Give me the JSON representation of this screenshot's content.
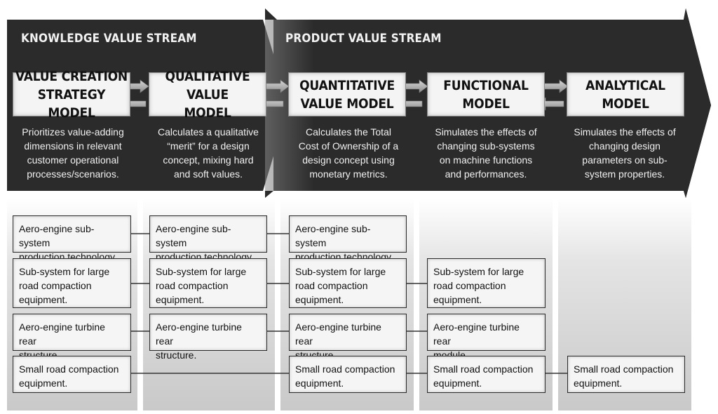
{
  "streams": {
    "knowledge_title": "KNOWLEDGE VALUE STREAM",
    "product_title": "PRODUCT VALUE STREAM"
  },
  "models": [
    {
      "title": "VALUE CREATION\nSTRATEGY MODEL",
      "description": "Prioritizes value-adding\ndimensions in relevant\ncustomer operational\nprocesses/scenarios."
    },
    {
      "title": "QUALITATIVE VALUE\nMODEL",
      "description": "Calculates a qualitative\n“merit” for a design\nconcept, mixing hard\nand soft values."
    },
    {
      "title": "QUANTITATIVE\nVALUE MODEL",
      "description": "Calculates the Total\nCost of Ownership of  a\ndesign concept using\nmonetary metrics."
    },
    {
      "title": "FUNCTIONAL MODEL",
      "description": "Simulates the effects of\nchanging sub-systems\non machine functions\nand performances."
    },
    {
      "title": "ANALYTICAL MODEL",
      "description": "Simulates the effects of\nchanging design\nparameters on sub-\nsystem properties."
    }
  ],
  "cases": {
    "row1": "Aero-engine sub-system\nproduction technology.",
    "row2": "Sub-system for large\nroad compaction\nequipment.",
    "row3a": "Aero-engine turbine rear\nstructure.",
    "row3b": "Aero-engine turbine rear\nmodule.",
    "row4": "Small road compaction\nequipment."
  },
  "colors": {
    "arrow_dark": "#2b2b2b",
    "box_fill": "#f4f4f4",
    "connector": "#333333"
  }
}
